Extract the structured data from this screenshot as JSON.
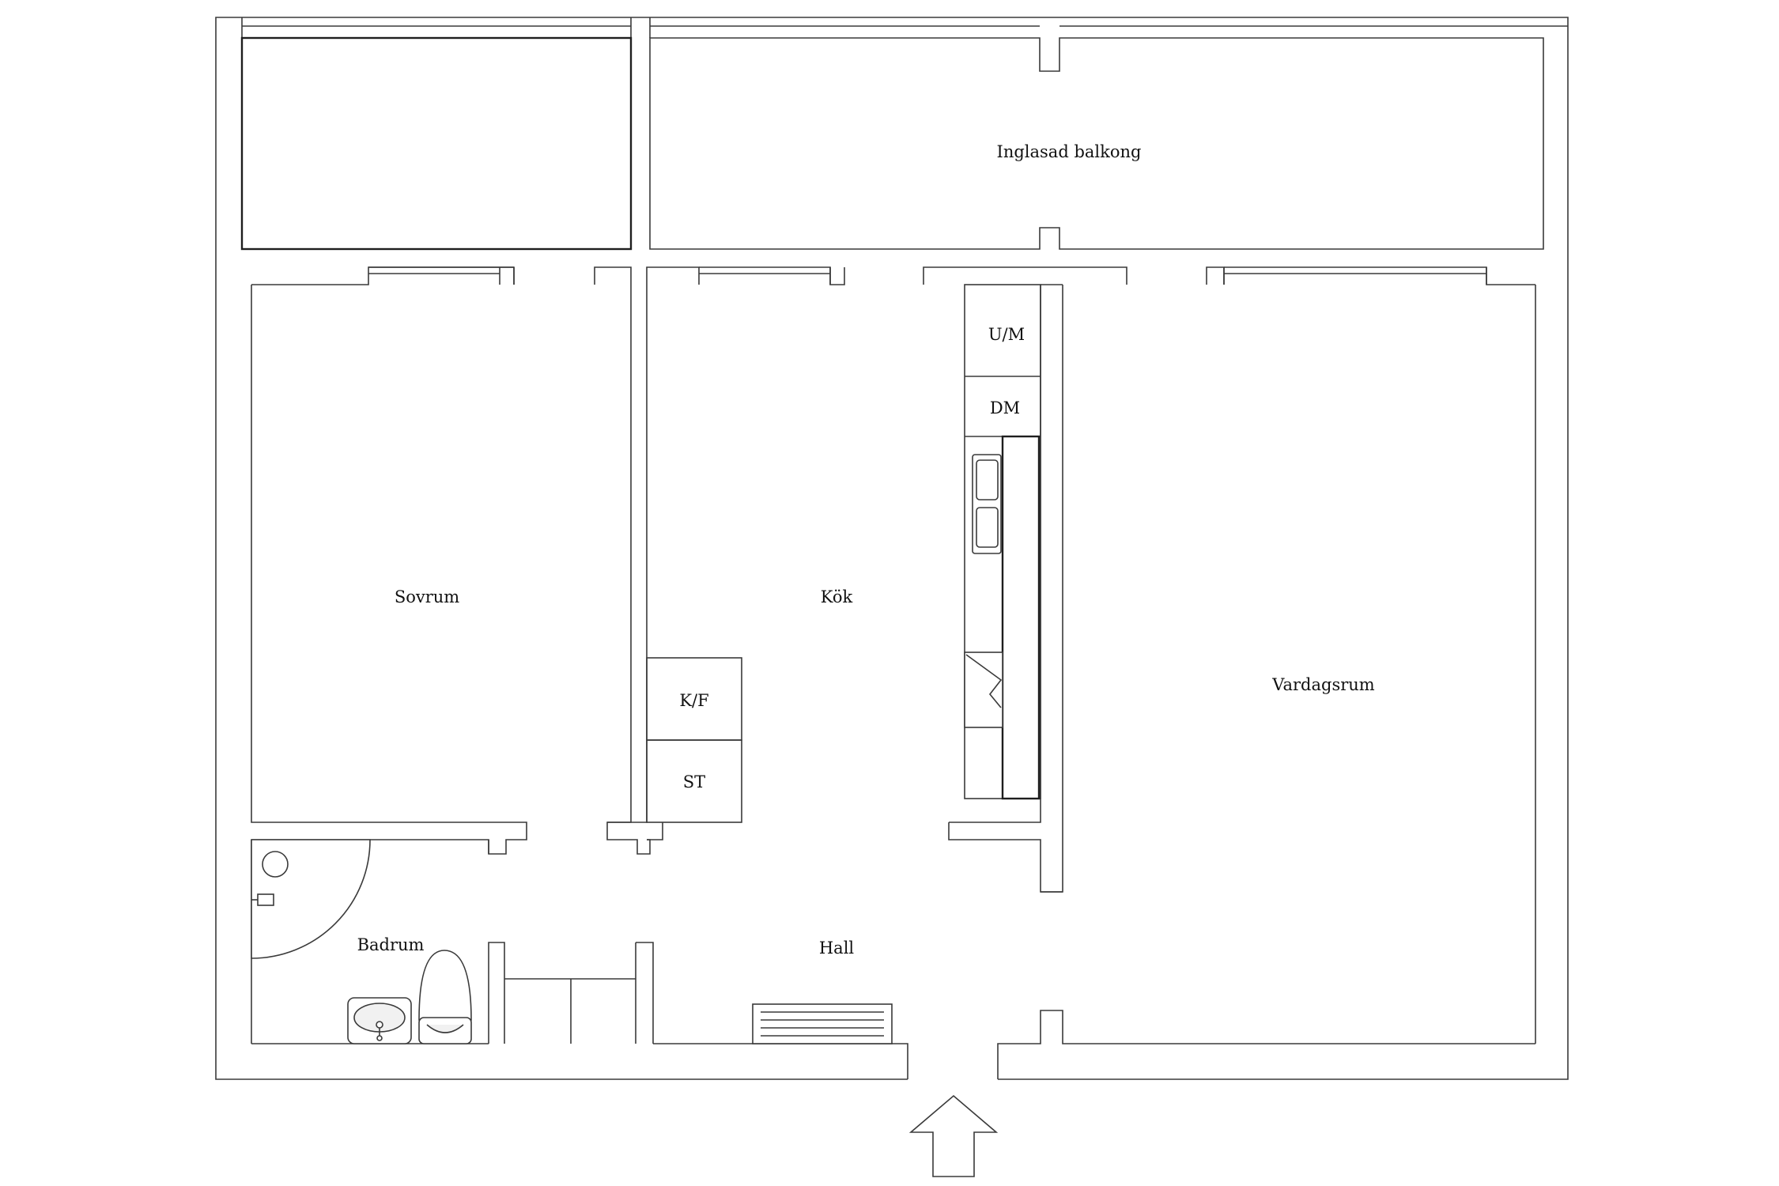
{
  "floor_plan": {
    "rooms": {
      "balcony": "Inglasad balkong",
      "bedroom": "Sovrum",
      "kitchen": "Kök",
      "living_room": "Vardagsrum",
      "bathroom": "Badrum",
      "hall": "Hall"
    },
    "appliances": {
      "washer_microwave": "U/M",
      "dishwasher": "DM",
      "fridge_freezer": "K/F",
      "stove": "ST"
    },
    "entrance": {
      "icon": "entrance-arrow-icon"
    },
    "colors": {
      "line": "#3a3a3a",
      "background": "#ffffff"
    }
  }
}
